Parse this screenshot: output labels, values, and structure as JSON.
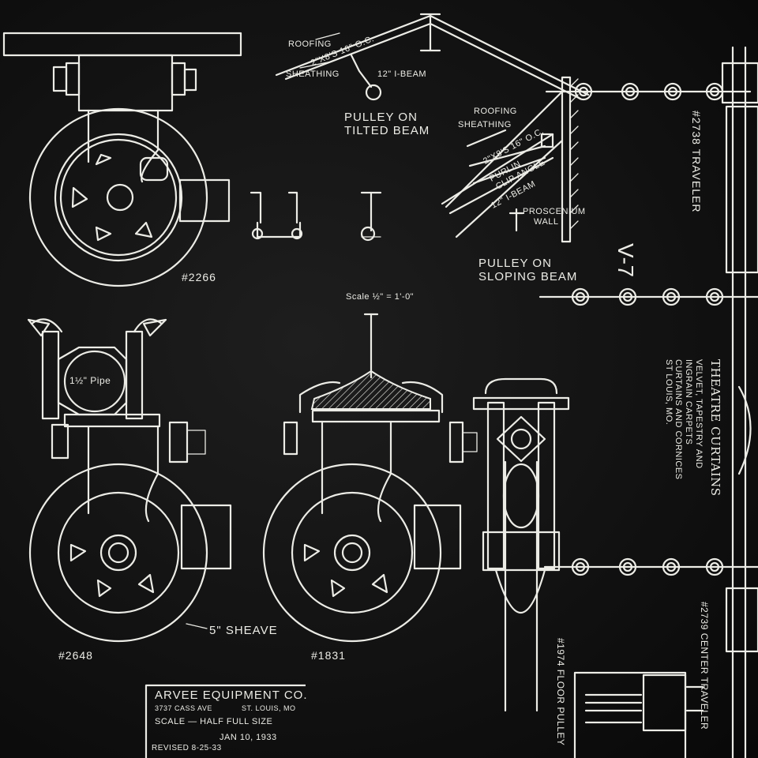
{
  "parts": {
    "caster_top_left": "#2266",
    "pipe_clamp_caster": "#2648",
    "ibeam_caster": "#1831",
    "traveler_2738": "#2738 Traveler",
    "center_traveler": "#2739 Center Traveler",
    "floor_pulley": "#1974 Floor Pulley"
  },
  "labels": {
    "roofing_top": "Roofing",
    "beam_spacing_top": "2\"x8's 16\" o.c.",
    "sheathing_top": "Sheathing",
    "ibeam_top": "12\" I-Beam",
    "pulley_tilted": "Pulley on",
    "pulley_tilted_2": "Tilted Beam",
    "roofing_right": "Roofing",
    "sheathing_right": "Sheathing",
    "beam_spacing_right": "2\"x8's 16\" o.c.",
    "purlin": "Purlin",
    "clip_angle": "Clip Angle",
    "ibeam_right": "12\" I-Beam",
    "proscenium": "Proscenium",
    "wall": "Wall",
    "pulley_sloping": "Pulley on",
    "pulley_sloping_2": "Sloping Beam",
    "pipe": "1½\" Pipe",
    "sheave": "5\" Sheave",
    "scale_drawing": "Scale ½\" = 1'-0\"",
    "sheet_id": "V-7"
  },
  "curtain_block": {
    "heading": "Theatre Curtains",
    "line1": "Velvet, Tapestry and",
    "line2": "Ingrain Carpets",
    "line3": "Curtains And Cornices",
    "line4": "St Louis, MO."
  },
  "title_block": {
    "company": "Arvee Equipment Co.",
    "address": "3737 Cass Ave",
    "city": "St. Louis, MO",
    "scale": "Scale — Half Full Size",
    "date": "Jan 10, 1933",
    "revised": "Revised 8-25-33"
  }
}
